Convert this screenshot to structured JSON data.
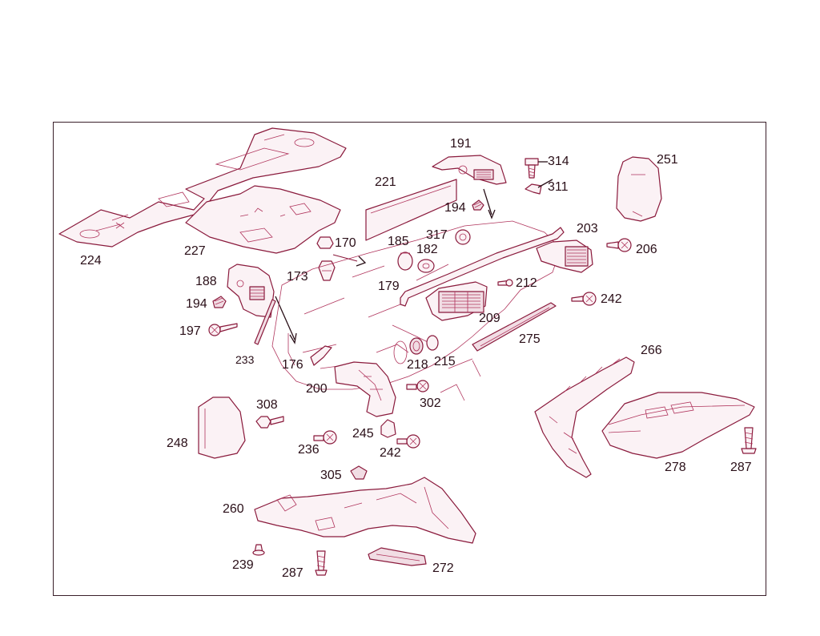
{
  "colors": {
    "frame": "#3a1f2a",
    "part_stroke": "#8a1a3c",
    "part_fill": "#fbf2f5",
    "label": "#2a0f18"
  },
  "labels": {
    "p224": "224",
    "p227": "227",
    "p221": "221",
    "p191": "191",
    "p314": "314",
    "p311": "311",
    "p251": "251",
    "p194a": "194",
    "p317": "317",
    "p185": "185",
    "p182": "182",
    "p170": "170",
    "p173": "173",
    "p179": "179",
    "p188": "188",
    "p194b": "194",
    "p197": "197",
    "p233": "233",
    "p176": "176",
    "p203": "203",
    "p206": "206",
    "p212": "212",
    "p242a": "242",
    "p209": "209",
    "p275": "275",
    "p266": "266",
    "p218": "218",
    "p215": "215",
    "p200": "200",
    "p302": "302",
    "p308": "308",
    "p248": "248",
    "p236": "236",
    "p245": "245",
    "p242b": "242",
    "p278": "278",
    "p287a": "287",
    "p305": "305",
    "p260": "260",
    "p239": "239",
    "p287b": "287",
    "p272": "272"
  }
}
